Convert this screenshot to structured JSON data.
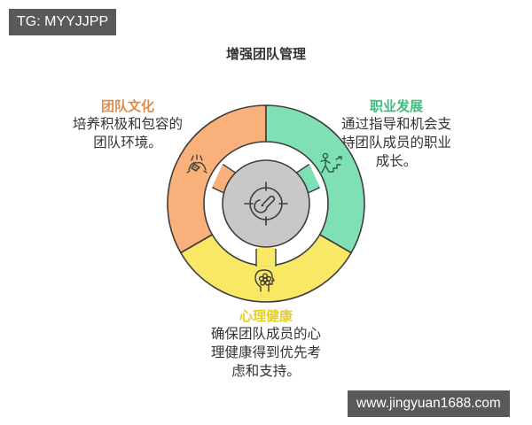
{
  "watermarks": {
    "top": "TG: MYYJJPP",
    "bottom": "www.jingyuan1688.com"
  },
  "title": "增强团队管理",
  "center": {
    "icon": "target-key-icon",
    "color": "#c8c8c8"
  },
  "segments": [
    {
      "id": "culture",
      "title": "团队文化",
      "lines": [
        "培养积极和包容的",
        "团队环境。"
      ],
      "color": "#f9b07a",
      "title_color": "#e08a48",
      "icon": "handshake-icon"
    },
    {
      "id": "career",
      "title": "职业发展",
      "lines": [
        "通过指导和机会支",
        "持团队成员的职业",
        "成长。"
      ],
      "color": "#7fe0b5",
      "title_color": "#3dbb7e",
      "icon": "person-climbing-stairs-icon"
    },
    {
      "id": "mental",
      "title": "心理健康",
      "lines": [
        "确保团队成员的心",
        "理健康得到优先考",
        "虑和支持。"
      ],
      "color": "#f9e766",
      "title_color": "#e6cf1e",
      "icon": "head-flower-icon"
    }
  ],
  "colors": {
    "outline": "#3d3d3d",
    "text": "#333333",
    "background": "#ffffff"
  }
}
